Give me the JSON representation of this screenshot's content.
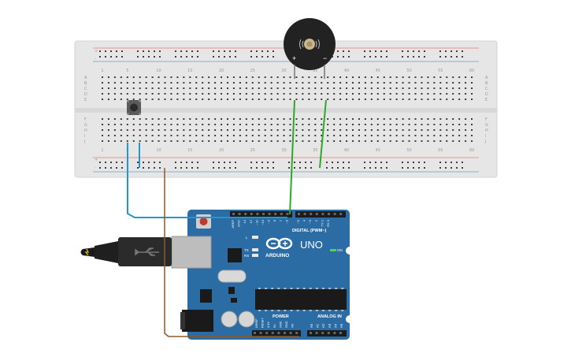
{
  "breadboard": {
    "column_numbers": [
      "1",
      "5",
      "10",
      "15",
      "20",
      "25",
      "30",
      "35",
      "40",
      "45",
      "50",
      "55",
      "60"
    ],
    "row_letters_top": [
      "A",
      "B",
      "C",
      "D",
      "E"
    ],
    "row_letters_bottom": [
      "F",
      "G",
      "H",
      "I",
      "J"
    ],
    "rail_plus": "+",
    "rail_minus": "-"
  },
  "buzzer": {
    "pin_plus": "+",
    "pin_minus": "−"
  },
  "arduino": {
    "brand": "ARDUINO",
    "model": "UNO",
    "digital_header_label": "DIGITAL (PWM~)",
    "power_label": "POWER",
    "analog_label": "ANALOG IN",
    "on_label": "ON",
    "led_l": "L",
    "led_tx": "TX",
    "led_rx": "RX",
    "top_pins": [
      "AREF",
      "GND",
      "13",
      "12",
      "~11",
      "~10",
      "~9",
      "8",
      "7",
      "~6",
      "~5",
      "4",
      "~3",
      "2",
      "TX 1",
      "RX 0"
    ],
    "power_pins": [
      "IOREF",
      "RESET",
      "3.3V",
      "5V",
      "GND",
      "GND",
      "Vin"
    ],
    "analog_pins": [
      "A0",
      "A1",
      "A2",
      "A3",
      "A4",
      "A5"
    ]
  },
  "colors": {
    "breadboard": "#e6e6e6",
    "board": "#2a6ca3",
    "wire_blue": "#2196d3",
    "wire_green": "#2aaa2a",
    "wire_brown": "#8a5a2b",
    "rail_red": "#e14b4b",
    "rail_blue": "#3a6fc4"
  }
}
